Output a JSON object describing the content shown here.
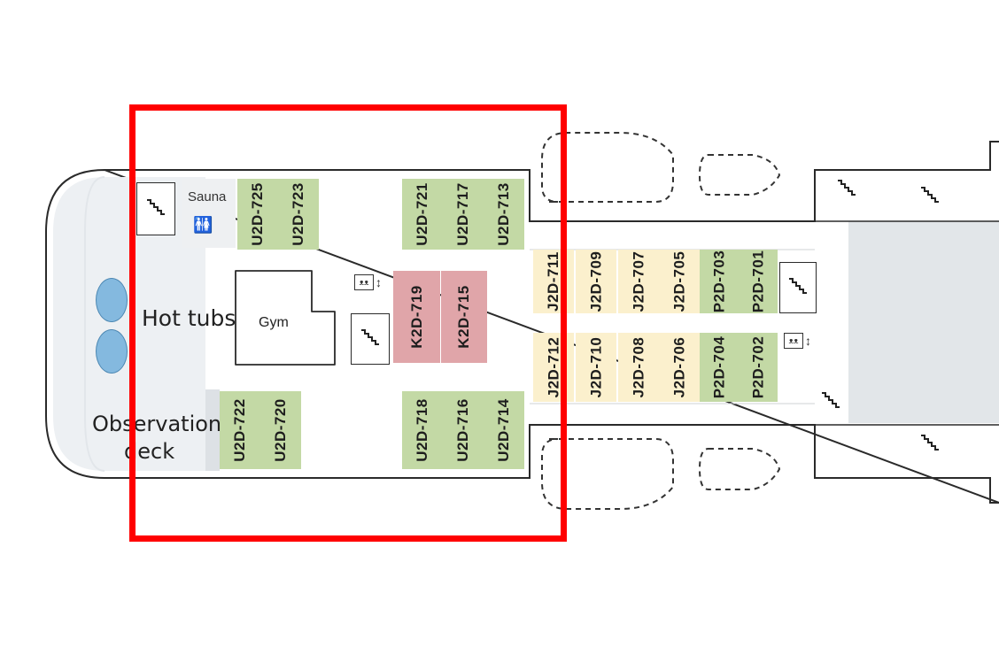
{
  "deck": {
    "areas": {
      "sauna": "Sauna",
      "hot_tubs": "Hot tubs",
      "gym": "Gym",
      "observation_deck_line1": "Observation",
      "observation_deck_line2": "deck"
    },
    "cabin_colors": {
      "U": "#c3d9a5",
      "P": "#c3d9a5",
      "J": "#fbf0cd",
      "K": "#e0a5a9"
    },
    "cabins": [
      {
        "id": "U2D-725",
        "category": "U"
      },
      {
        "id": "U2D-723",
        "category": "U"
      },
      {
        "id": "U2D-721",
        "category": "U"
      },
      {
        "id": "U2D-717",
        "category": "U"
      },
      {
        "id": "U2D-713",
        "category": "U"
      },
      {
        "id": "K2D-719",
        "category": "K"
      },
      {
        "id": "K2D-715",
        "category": "K"
      },
      {
        "id": "U2D-722",
        "category": "U"
      },
      {
        "id": "U2D-720",
        "category": "U"
      },
      {
        "id": "U2D-718",
        "category": "U"
      },
      {
        "id": "U2D-716",
        "category": "U"
      },
      {
        "id": "U2D-714",
        "category": "U"
      },
      {
        "id": "J2D-711",
        "category": "J"
      },
      {
        "id": "J2D-709",
        "category": "J"
      },
      {
        "id": "J2D-707",
        "category": "J"
      },
      {
        "id": "J2D-705",
        "category": "J"
      },
      {
        "id": "P2D-703",
        "category": "P"
      },
      {
        "id": "P2D-701",
        "category": "P"
      },
      {
        "id": "J2D-712",
        "category": "J"
      },
      {
        "id": "J2D-710",
        "category": "J"
      },
      {
        "id": "J2D-708",
        "category": "J"
      },
      {
        "id": "J2D-706",
        "category": "J"
      },
      {
        "id": "P2D-704",
        "category": "P"
      },
      {
        "id": "P2D-702",
        "category": "P"
      }
    ],
    "icons": {
      "stairs": "stairs-icon",
      "elevator": "elevator-icon",
      "restroom": "restroom-icon",
      "hot_tub": "hot-tub-icon",
      "lifeboat": "lifeboat-icon"
    },
    "highlight_color": "#ff0000"
  }
}
